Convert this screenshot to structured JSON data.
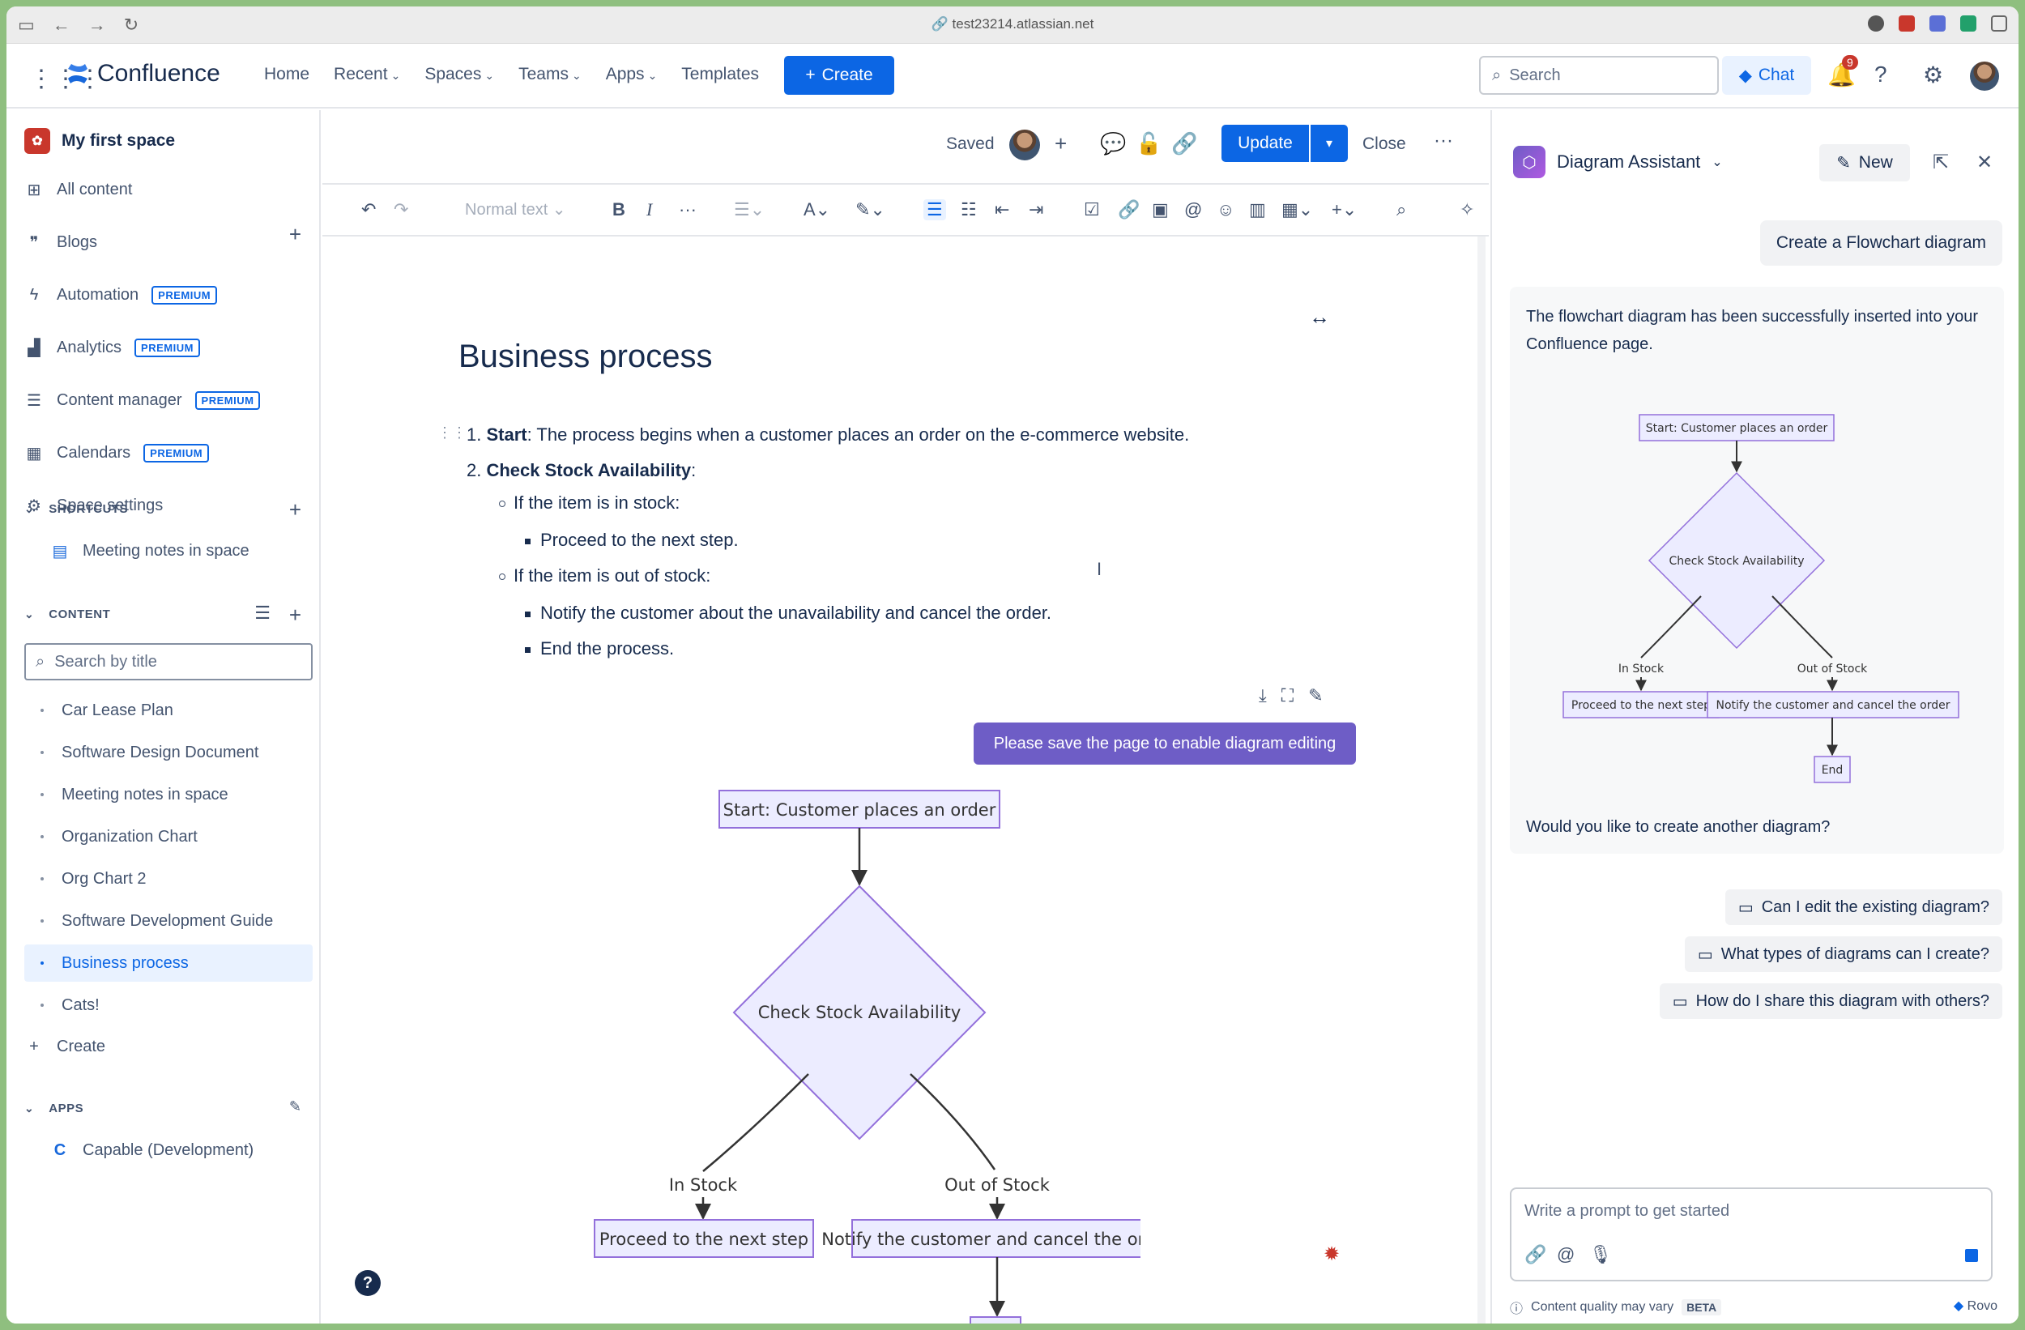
{
  "browser": {
    "url": "test23214.atlassian.net"
  },
  "topnav": {
    "logo_text": "Confluence",
    "menu": [
      {
        "label": "Home",
        "caret": false
      },
      {
        "label": "Recent",
        "caret": true
      },
      {
        "label": "Spaces",
        "caret": true
      },
      {
        "label": "Teams",
        "caret": true
      },
      {
        "label": "Apps",
        "caret": true
      },
      {
        "label": "Templates",
        "caret": false
      }
    ],
    "create_label": "Create",
    "search_placeholder": "Search",
    "chat_label": "Chat",
    "notification_count": "9"
  },
  "sidebar": {
    "space_name": "My first space",
    "items": [
      {
        "label": "All content",
        "icon": "grid-icon",
        "premium": false
      },
      {
        "label": "Blogs",
        "icon": "quote-icon",
        "premium": false
      },
      {
        "label": "Automation",
        "icon": "lightning-icon",
        "premium": true
      },
      {
        "label": "Analytics",
        "icon": "bar-chart-icon",
        "premium": true
      },
      {
        "label": "Content manager",
        "icon": "checklist-icon",
        "premium": true
      },
      {
        "label": "Calendars",
        "icon": "calendar-icon",
        "premium": true
      },
      {
        "label": "Space settings",
        "icon": "gear-icon",
        "premium": false
      }
    ],
    "premium_label": "PREMIUM",
    "shortcuts_heading": "SHORTCUTS",
    "shortcut_item": "Meeting notes in space",
    "content_heading": "CONTENT",
    "search_placeholder": "Search by title",
    "tree": [
      "Car Lease Plan",
      "Software Design Document",
      "Meeting notes in space",
      "Organization Chart",
      "Org Chart 2",
      "Software Development Guide",
      "Business process",
      "Cats!"
    ],
    "active_tree_index": 6,
    "create_label": "Create",
    "apps_heading": "APPS",
    "app_item": "Capable (Development)"
  },
  "editor": {
    "saved_label": "Saved",
    "update_label": "Update",
    "close_label": "Close",
    "text_style": "Normal text",
    "title": "Business process",
    "step1_bold": "Start",
    "step1_rest": ": The process begins when a customer places an order on the e-commerce website.",
    "step2_bold": "Check Stock Availability",
    "step2_rest": ":",
    "sub1": "If the item is in stock:",
    "sub1a": "Proceed to the next step.",
    "sub2": "If the item is out of stock:",
    "sub2a": "Notify the customer about the unavailability and cancel the order.",
    "sub2b": "End the process.",
    "tooltip": "Please save the page to enable diagram editing"
  },
  "diagram": {
    "start": "Start: Customer places an order",
    "decision": "Check Stock Availability",
    "in_stock": "In Stock",
    "out_of_stock": "Out of Stock",
    "proceed": "Proceed to the next step",
    "notify": "Notify the customer and cancel the order",
    "end": "End"
  },
  "assistant": {
    "title": "Diagram Assistant",
    "new_label": "New",
    "user_message": "Create a Flowchart diagram",
    "bot_message": "The flowchart diagram has been successfully inserted into your Confluence page.",
    "bot_question": "Would you like to create another diagram?",
    "suggestions": [
      "Can I edit the existing diagram?",
      "What types of diagrams can I create?",
      "How do I share this diagram with others?"
    ],
    "prompt_placeholder": "Write a prompt to get started",
    "footer_note": "Content quality may vary",
    "beta_label": "BETA",
    "brand": "Rovo"
  },
  "colors": {
    "accent": "#0C66E4",
    "node_fill": "#ECECFF",
    "node_stroke": "#9370DB",
    "tooltip": "#6E5DC6"
  }
}
